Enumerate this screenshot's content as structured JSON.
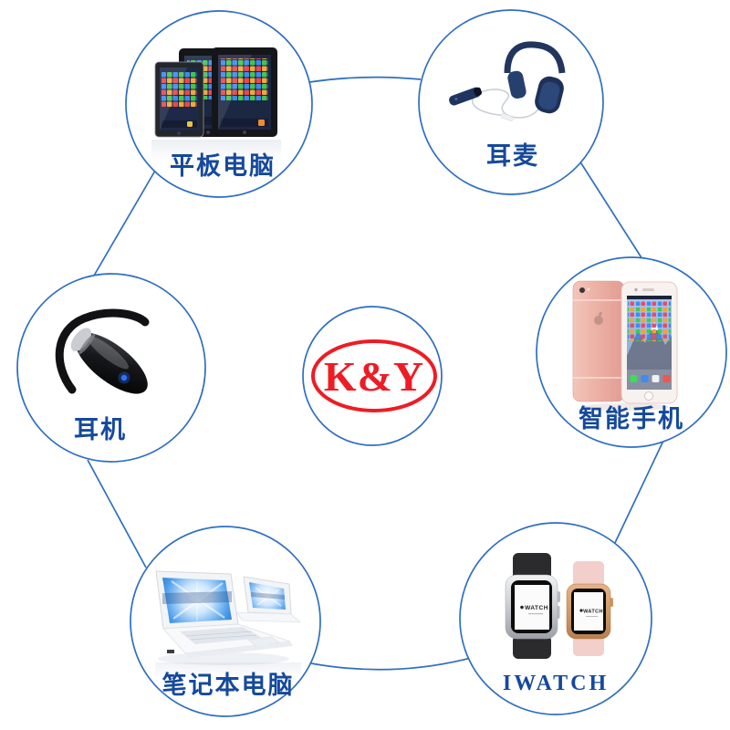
{
  "logo": {
    "text": "K&Y"
  },
  "watch_screen_text": "WATCH",
  "categories": [
    {
      "id": "tablet",
      "label": "平板电脑"
    },
    {
      "id": "headset",
      "label": "耳麦"
    },
    {
      "id": "smartphone",
      "label": "智能手机"
    },
    {
      "id": "iwatch",
      "label": "IWATCH"
    },
    {
      "id": "laptop",
      "label": "笔记本电脑"
    },
    {
      "id": "earphone",
      "label": "耳机"
    }
  ],
  "colors": {
    "circle_outline": "#2f6fc1",
    "label_text": "#15499c",
    "logo_red": "#ee1c25",
    "background": "#ffffff"
  }
}
